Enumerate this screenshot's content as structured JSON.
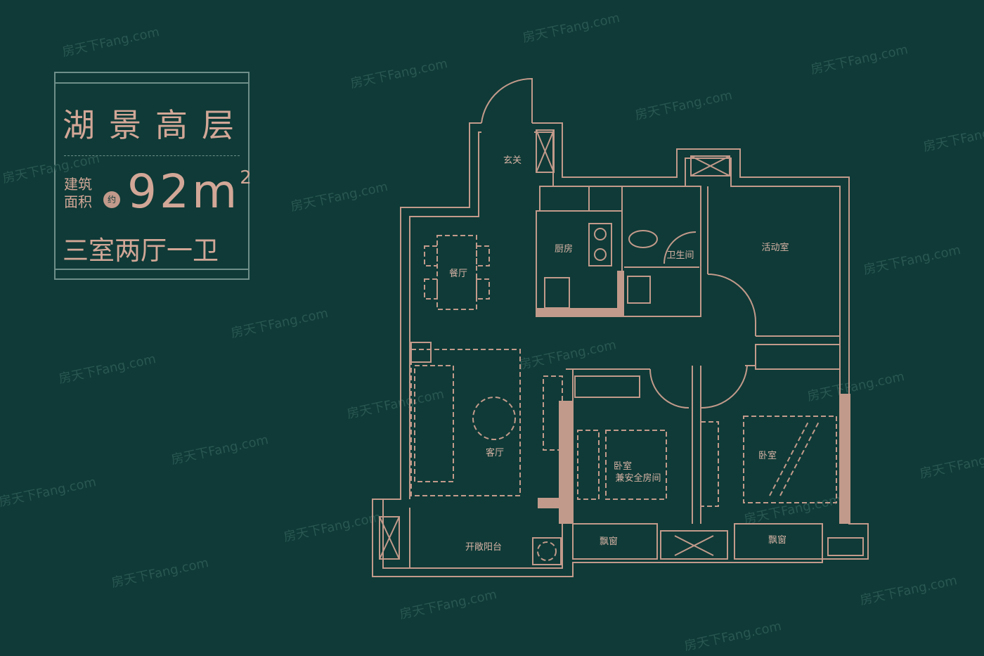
{
  "info_card": {
    "title": "湖景高层",
    "area_label_line1": "建筑",
    "area_label_line2": "面积",
    "approx": "约",
    "area_value": "92",
    "area_unit": "m",
    "area_unit_sup": "2",
    "layout": "三室两厅一卫"
  },
  "rooms": {
    "entrance": "玄关",
    "kitchen": "厨房",
    "dining": "餐厅",
    "bathroom": "卫生间",
    "activity": "活动室",
    "living": "客厅",
    "bedroom_safe_line1": "卧室",
    "bedroom_safe_line2": "兼安全房间",
    "bedroom_master": "卧室",
    "balcony": "开敞阳台",
    "bay_window_left": "飘窗",
    "bay_window_right": "飘窗"
  },
  "watermark": "房天下Fang.com",
  "colors": {
    "background": "#0f3a37",
    "line": "#c29a8b"
  }
}
